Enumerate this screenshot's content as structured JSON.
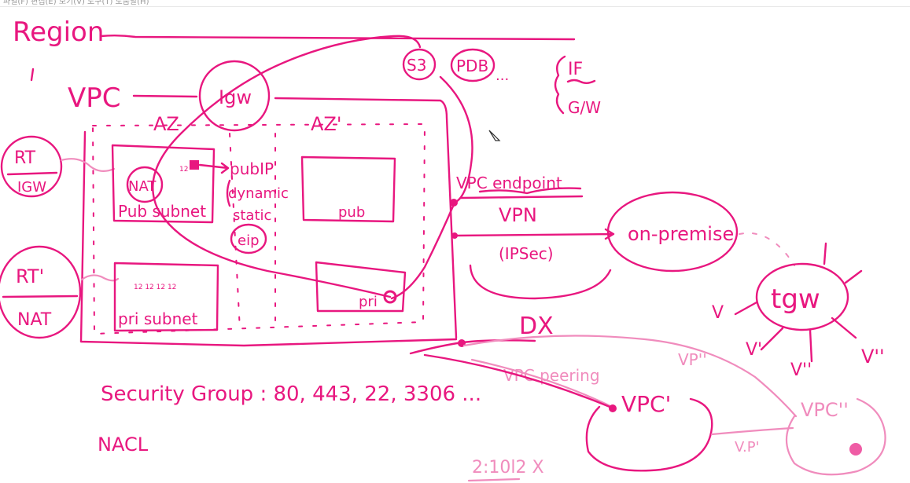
{
  "menubar": {
    "text": "파일(F)  편집(E)  보기(V)  도구(T)  도움말(H)"
  },
  "labels": {
    "region": "Region",
    "vpc": "VPC",
    "az": "AZ",
    "az2": "AZ'",
    "igw": "Igw",
    "s3": "S3",
    "pdb": "PDB",
    "ellipsis": "...",
    "if": "IF",
    "gw": "G/W",
    "rt": "RT",
    "rt_igw": "IGW",
    "rt2": "RT'",
    "rt2_nat": "NAT",
    "nat": "NAT",
    "pub_subnet": "Pub subnet",
    "pubip": "pubIP",
    "dynamic": "dynamic",
    "static": "static",
    "eip": "eip",
    "pub": "pub",
    "pri_subnet": "pri subnet",
    "pri": "pri",
    "vpc_endpoint": "VPC endpoint",
    "vpn": "VPN",
    "ipsec": "(IPSec)",
    "onpremise": "on-premise",
    "tgw": "tgw",
    "v1": "V",
    "v2": "V'",
    "v3": "V''",
    "v4": "V''",
    "dx": "DX",
    "vp1": "VP''",
    "vpc_peering": "VPC peering",
    "vpc_prime": "VPC'",
    "vpc_dprime": "VPC''",
    "vp2": "V.P'",
    "security_group": "Security Group : 80, 443, 22, 3306 ...",
    "nacl": "NACL",
    "korean_note": "2:10l2 X",
    "ip_marks_1": "12",
    "ip_marks_2": "12 12 12 12"
  },
  "colors": {
    "ink": "#e8177f",
    "light_ink": "#f08cbd",
    "background": "#ffffff"
  },
  "icons": {
    "cursor": "pencil-cursor-icon"
  }
}
